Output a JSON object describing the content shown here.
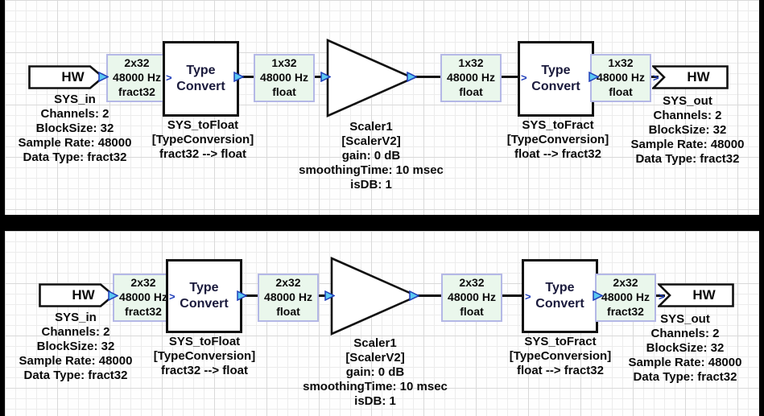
{
  "colors": {
    "frame_bg": "#000000",
    "canvas_bg": "#fefefe",
    "grid_minor": "#ececec",
    "grid_major": "#d9d9d9",
    "block_border": "#111111",
    "block_text": "#1a1a3c",
    "text": "#0a0a0a",
    "wire": "#111111",
    "wire_label_bg": "#eaf7ec",
    "wire_label_border": "#b4b8e6",
    "pin_fill": "#5bc8f2",
    "pin_stroke": "#1f3db8",
    "wire_arrow": "#1f3db8"
  },
  "icons": {
    "wire_arrow": ">"
  },
  "diagrams": [
    {
      "hw_in": {
        "label": "HW",
        "caption": [
          "SYS_in",
          "Channels: 2",
          "BlockSize: 32",
          "Sample Rate: 48000",
          "Data Type: fract32"
        ]
      },
      "wire_labels": [
        [
          "2x32",
          "48000 Hz",
          "fract32"
        ],
        [
          "1x32",
          "48000 Hz",
          "float"
        ],
        [
          "1x32",
          "48000 Hz",
          "float"
        ],
        [
          "1x32",
          "48000 Hz",
          "float"
        ]
      ],
      "type_convert_1": {
        "label": "Type\nConvert",
        "caption": [
          "SYS_toFloat",
          "[TypeConversion]",
          "fract32 --> float"
        ]
      },
      "scaler": {
        "caption": [
          "Scaler1",
          "[ScalerV2]",
          "gain: 0 dB",
          "smoothingTime: 10 msec",
          "isDB: 1"
        ]
      },
      "type_convert_2": {
        "label": "Type\nConvert",
        "caption": [
          "SYS_toFract",
          "[TypeConversion]",
          "float --> fract32"
        ]
      },
      "hw_out": {
        "label": "HW",
        "caption": [
          "SYS_out",
          "Channels: 2",
          "BlockSize: 32",
          "Sample Rate: 48000",
          "Data Type: fract32"
        ]
      }
    },
    {
      "hw_in": {
        "label": "HW",
        "caption": [
          "SYS_in",
          "Channels: 2",
          "BlockSize: 32",
          "Sample Rate: 48000",
          "Data Type: fract32"
        ]
      },
      "wire_labels": [
        [
          "2x32",
          "48000 Hz",
          "fract32"
        ],
        [
          "2x32",
          "48000 Hz",
          "float"
        ],
        [
          "2x32",
          "48000 Hz",
          "float"
        ],
        [
          "2x32",
          "48000 Hz",
          "fract32"
        ]
      ],
      "type_convert_1": {
        "label": "Type\nConvert",
        "caption": [
          "SYS_toFloat",
          "[TypeConversion]",
          "fract32 --> float"
        ]
      },
      "scaler": {
        "caption": [
          "Scaler1",
          "[ScalerV2]",
          "gain: 0 dB",
          "smoothingTime: 10 msec",
          "isDB: 1"
        ]
      },
      "type_convert_2": {
        "label": "Type\nConvert",
        "caption": [
          "SYS_toFract",
          "[TypeConversion]",
          "float --> fract32"
        ]
      },
      "hw_out": {
        "label": "HW",
        "caption": [
          "SYS_out",
          "Channels: 2",
          "BlockSize: 32",
          "Sample Rate: 48000",
          "Data Type: fract32"
        ]
      }
    }
  ]
}
